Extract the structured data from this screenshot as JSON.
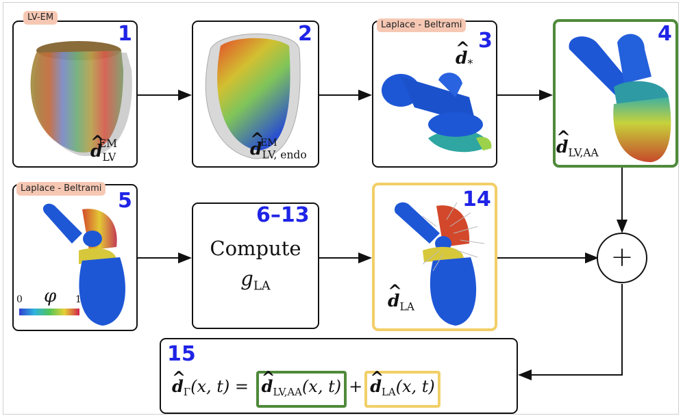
{
  "tags": {
    "lv_em": "LV-EM",
    "laplace_3": "Laplace - Beltrami",
    "laplace_5": "Laplace - Beltrami"
  },
  "steps": {
    "n1": "1",
    "n2": "2",
    "n3": "3",
    "n4": "4",
    "n5": "5",
    "n6_13": "6–13",
    "n14": "14",
    "n15": "15"
  },
  "labels": {
    "d_lv_em_base": "d",
    "d_lv_em_sub": "LV",
    "d_lv_em_sup": "EM",
    "d_lv_endo_base": "d",
    "d_lv_endo_sub": "LV, endo",
    "d_lv_endo_sup": "EM",
    "d_star_base": "d",
    "d_star_sub": "*",
    "d_lvaa_base": "d",
    "d_lvaa_sub": "LV,AA",
    "d_la_base": "d",
    "d_la_sub": "LA",
    "phi": "φ",
    "colorbar_min": "0",
    "colorbar_max": "1"
  },
  "compute": {
    "line1": "Compute",
    "line2_base": "g",
    "line2_sub": "LA"
  },
  "plus": "+",
  "equation": {
    "lhs_base": "d",
    "lhs_sub": "Γ",
    "lhs_args": "(x, t)",
    "eq": "=",
    "term1_base": "d",
    "term1_sub": "LV,AA",
    "term1_args": "(x, t)",
    "op": "+",
    "term2_base": "d",
    "term2_sub": "LA",
    "term2_args": "(x, t)"
  },
  "colors": {
    "step_number": "#1f24e6",
    "green_border": "#4f8a3a",
    "yellow_border": "#f2cf67",
    "tag_bg": "#f6c8b4",
    "mesh_blue": "#1b5fd1"
  }
}
